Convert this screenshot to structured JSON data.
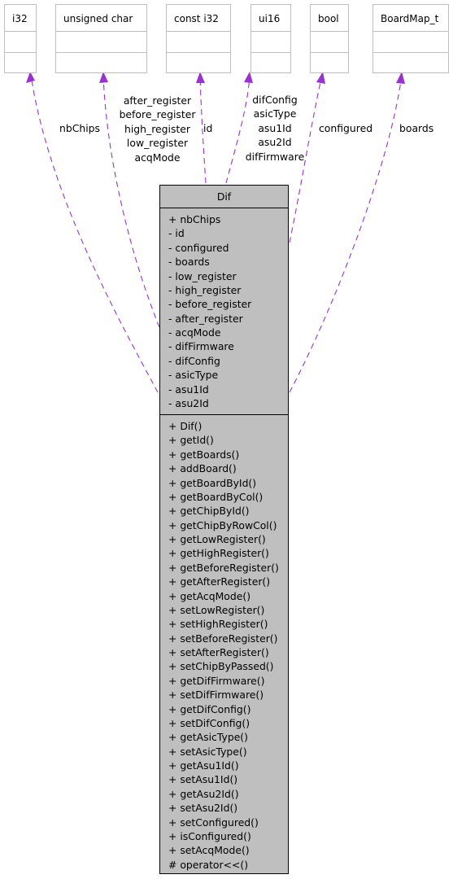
{
  "types": [
    {
      "id": "i32",
      "name": "i32"
    },
    {
      "id": "uchar",
      "name": "unsigned char"
    },
    {
      "id": "ci32",
      "name": "const i32"
    },
    {
      "id": "ui16",
      "name": "ui16"
    },
    {
      "id": "bool",
      "name": "bool"
    },
    {
      "id": "boardmap",
      "name": "BoardMap_t"
    }
  ],
  "edges": [
    {
      "to": "i32",
      "labels": [
        "nbChips"
      ]
    },
    {
      "to": "uchar",
      "labels": [
        "after_register",
        "before_register",
        "high_register",
        "low_register",
        "acqMode"
      ]
    },
    {
      "to": "ci32",
      "labels": [
        "id"
      ]
    },
    {
      "to": "ui16",
      "labels": [
        "difConfig",
        "asicType",
        "asu1Id",
        "asu2Id",
        "difFirmware"
      ]
    },
    {
      "to": "bool",
      "labels": [
        "configured"
      ]
    },
    {
      "to": "boardmap",
      "labels": [
        "boards"
      ]
    }
  ],
  "class": {
    "name": "Dif",
    "attributes": [
      "+ nbChips",
      "- id",
      "- configured",
      "- boards",
      "- low_register",
      "- high_register",
      "- before_register",
      "- after_register",
      "- acqMode",
      "- difFirmware",
      "- difConfig",
      "- asicType",
      "- asu1Id",
      "- asu2Id"
    ],
    "methods": [
      "+ Dif()",
      "+ getId()",
      "+ getBoards()",
      "+ addBoard()",
      "+ getBoardById()",
      "+ getBoardByCol()",
      "+ getChipById()",
      "+ getChipByRowCol()",
      "+ getLowRegister()",
      "+ getHighRegister()",
      "+ getBeforeRegister()",
      "+ getAfterRegister()",
      "+ getAcqMode()",
      "+ setLowRegister()",
      "+ setHighRegister()",
      "+ setBeforeRegister()",
      "+ setAfterRegister()",
      "+ setChipByPassed()",
      "+ getDifFirmware()",
      "+ setDifFirmware()",
      "+ getDifConfig()",
      "+ setDifConfig()",
      "+ getAsicType()",
      "+ setAsicType()",
      "+ getAsu1Id()",
      "+ setAsu1Id()",
      "+ getAsu2Id()",
      "+ setAsu2Id()",
      "+ setConfigured()",
      "+ isConfigured()",
      "+ setAcqMode()",
      "# operator<<()"
    ]
  },
  "colors": {
    "edge": "#9a32cd",
    "class_fill": "#bfbfbf",
    "class_border": "#000000",
    "type_border": "#bfbfbf"
  }
}
